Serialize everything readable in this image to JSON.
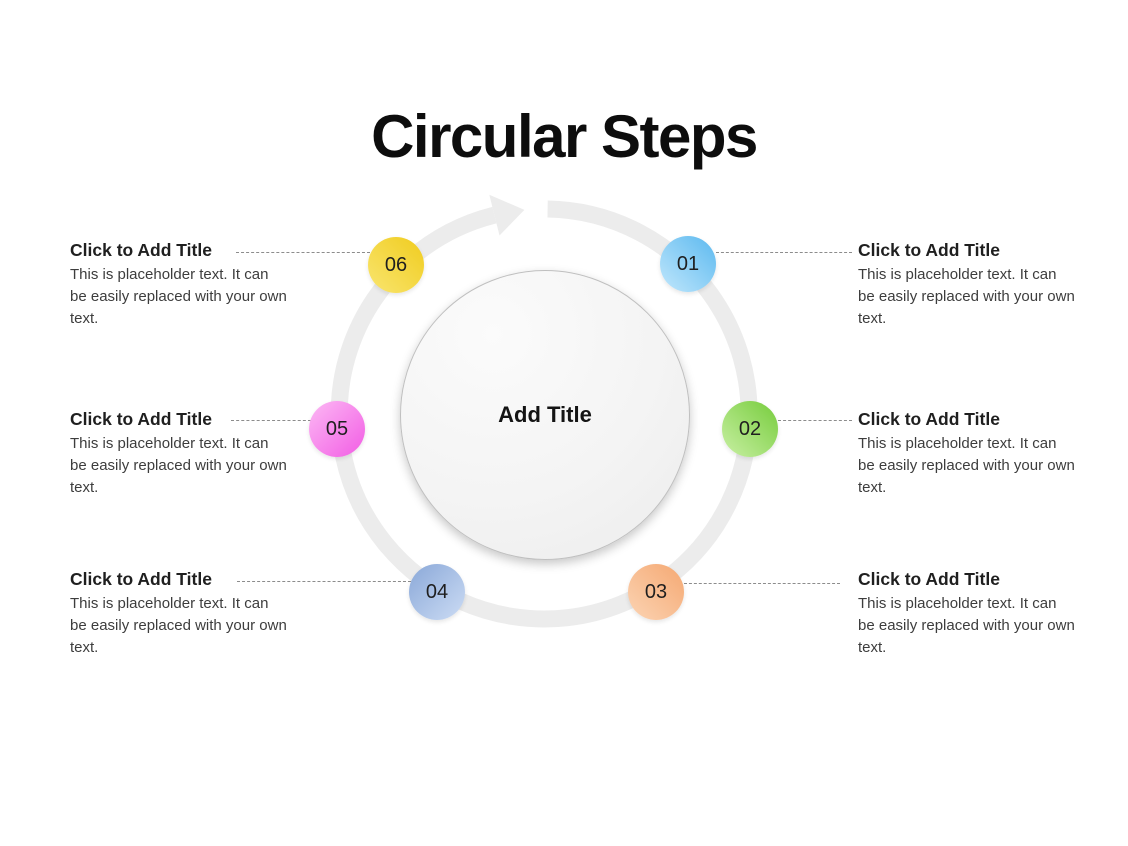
{
  "slide": {
    "title": "Circular Steps"
  },
  "center": {
    "label": "Add Title"
  },
  "colors": {
    "ring": "#ececec",
    "connector": "#8c8c8c",
    "center_border": "#bfbfbf"
  },
  "steps": [
    {
      "number": "01",
      "side": "right",
      "title": "Click to Add Title",
      "body": "This is placeholder text. It can be easily replaced with your own text.",
      "gradient": {
        "angle": "45deg",
        "from": "#c1e7fc",
        "to": "#5cb9ef"
      }
    },
    {
      "number": "02",
      "side": "right",
      "title": "Click to Add Title",
      "body": "This is placeholder text. It can be easily replaced with your own text.",
      "gradient": {
        "angle": "45deg",
        "from": "#c9f0a4",
        "to": "#76cc3c"
      }
    },
    {
      "number": "03",
      "side": "right",
      "title": "Click to Add Title",
      "body": "This is placeholder text. It can be easily replaced with your own text.",
      "gradient": {
        "angle": "45deg",
        "from": "#fbd4b4",
        "to": "#f5a872"
      }
    },
    {
      "number": "04",
      "side": "left",
      "title": "Click to Add Title",
      "body": "This is placeholder text. It can be easily replaced with your own text.",
      "gradient": {
        "angle": "135deg",
        "from": "#8aa8d8",
        "to": "#ccdcf4"
      }
    },
    {
      "number": "05",
      "side": "left",
      "title": "Click to Add Title",
      "body": "This is placeholder text. It can be easily replaced with your own text.",
      "gradient": {
        "angle": "135deg",
        "from": "#fcb9f4",
        "to": "#f25ce4"
      }
    },
    {
      "number": "06",
      "side": "left",
      "title": "Click to Add Title",
      "body": "This is placeholder text. It can be easily replaced with your own text.",
      "gradient": {
        "angle": "45deg",
        "from": "#f9e570",
        "to": "#f0cc1e"
      }
    }
  ]
}
